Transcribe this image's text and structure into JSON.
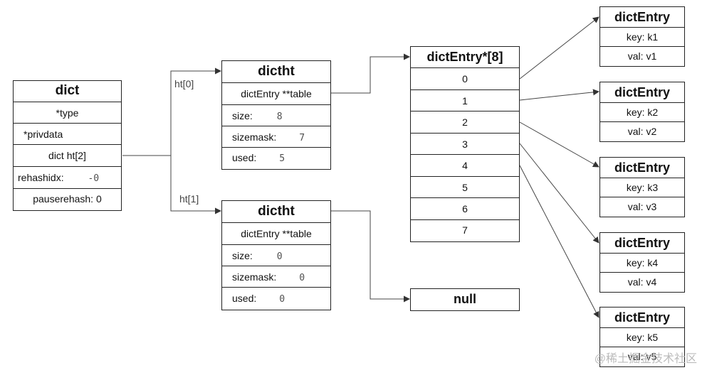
{
  "dict": {
    "title": "dict",
    "type": "*type",
    "privdata": "*privdata",
    "ht": "dict ht[2]",
    "rehashidx_label": "rehashidx:",
    "rehashidx_value": "-0",
    "pauserehash": "pauserehash: 0"
  },
  "labels": {
    "ht0": "ht[0]",
    "ht1": "ht[1]"
  },
  "dictht0": {
    "title": "dictht",
    "table": "dictEntry **table",
    "size_label": "size:",
    "size_value": "8",
    "sizemask_label": "sizemask:",
    "sizemask_value": "7",
    "used_label": "used:",
    "used_value": "5"
  },
  "dictht1": {
    "title": "dictht",
    "table": "dictEntry **table",
    "size_label": "size:",
    "size_value": "0",
    "sizemask_label": "sizemask:",
    "sizemask_value": "0",
    "used_label": "used:",
    "used_value": "0"
  },
  "array": {
    "title": "dictEntry*[8]",
    "slots": [
      "0",
      "1",
      "2",
      "3",
      "4",
      "5",
      "6",
      "7"
    ]
  },
  "null_box": "null",
  "entries": [
    {
      "title": "dictEntry",
      "key": "key: k1",
      "val": "val: v1"
    },
    {
      "title": "dictEntry",
      "key": "key: k2",
      "val": "val: v2"
    },
    {
      "title": "dictEntry",
      "key": "key: k3",
      "val": "val: v3"
    },
    {
      "title": "dictEntry",
      "key": "key: k4",
      "val": "val: v4"
    },
    {
      "title": "dictEntry",
      "key": "key: k5",
      "val": "val: v5"
    }
  ],
  "watermark": "@稀土掘金技术社区"
}
